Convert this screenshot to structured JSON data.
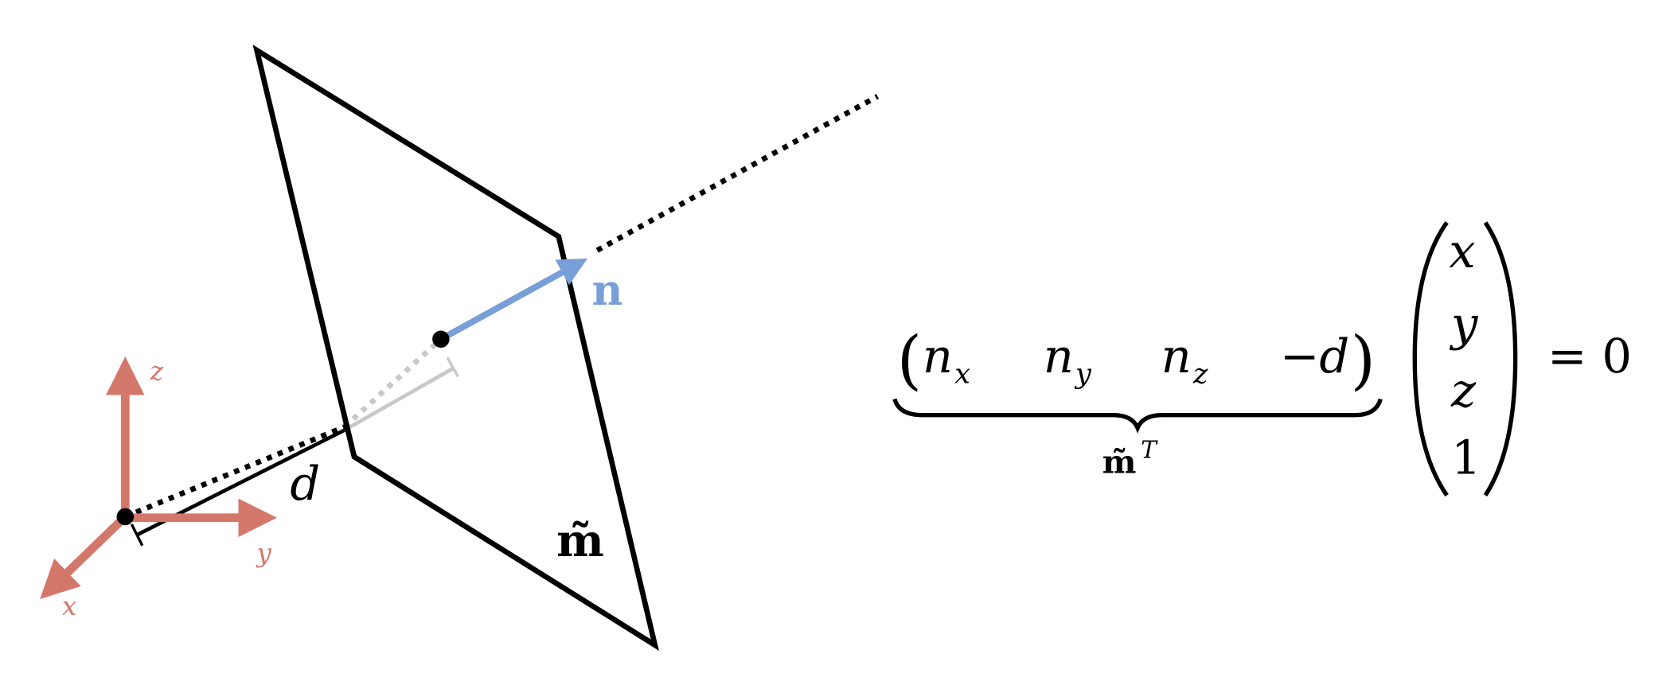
{
  "colors": {
    "axis": "#d4776b",
    "normal": "#789fd8",
    "line": "#000000",
    "hidden": "#c8c8c8"
  },
  "axes": {
    "x_label": "x",
    "y_label": "y",
    "z_label": "z"
  },
  "labels": {
    "distance": "d",
    "normal": "n",
    "plane": "m̃"
  },
  "equation": {
    "row": [
      "n",
      "n",
      "n",
      "−d"
    ],
    "row_subscripts": [
      "x",
      "y",
      "z"
    ],
    "underbrace_label": "m̃",
    "underbrace_superscript": "T",
    "column": [
      "x",
      "y",
      "z",
      "1"
    ],
    "rhs": "= 0"
  }
}
